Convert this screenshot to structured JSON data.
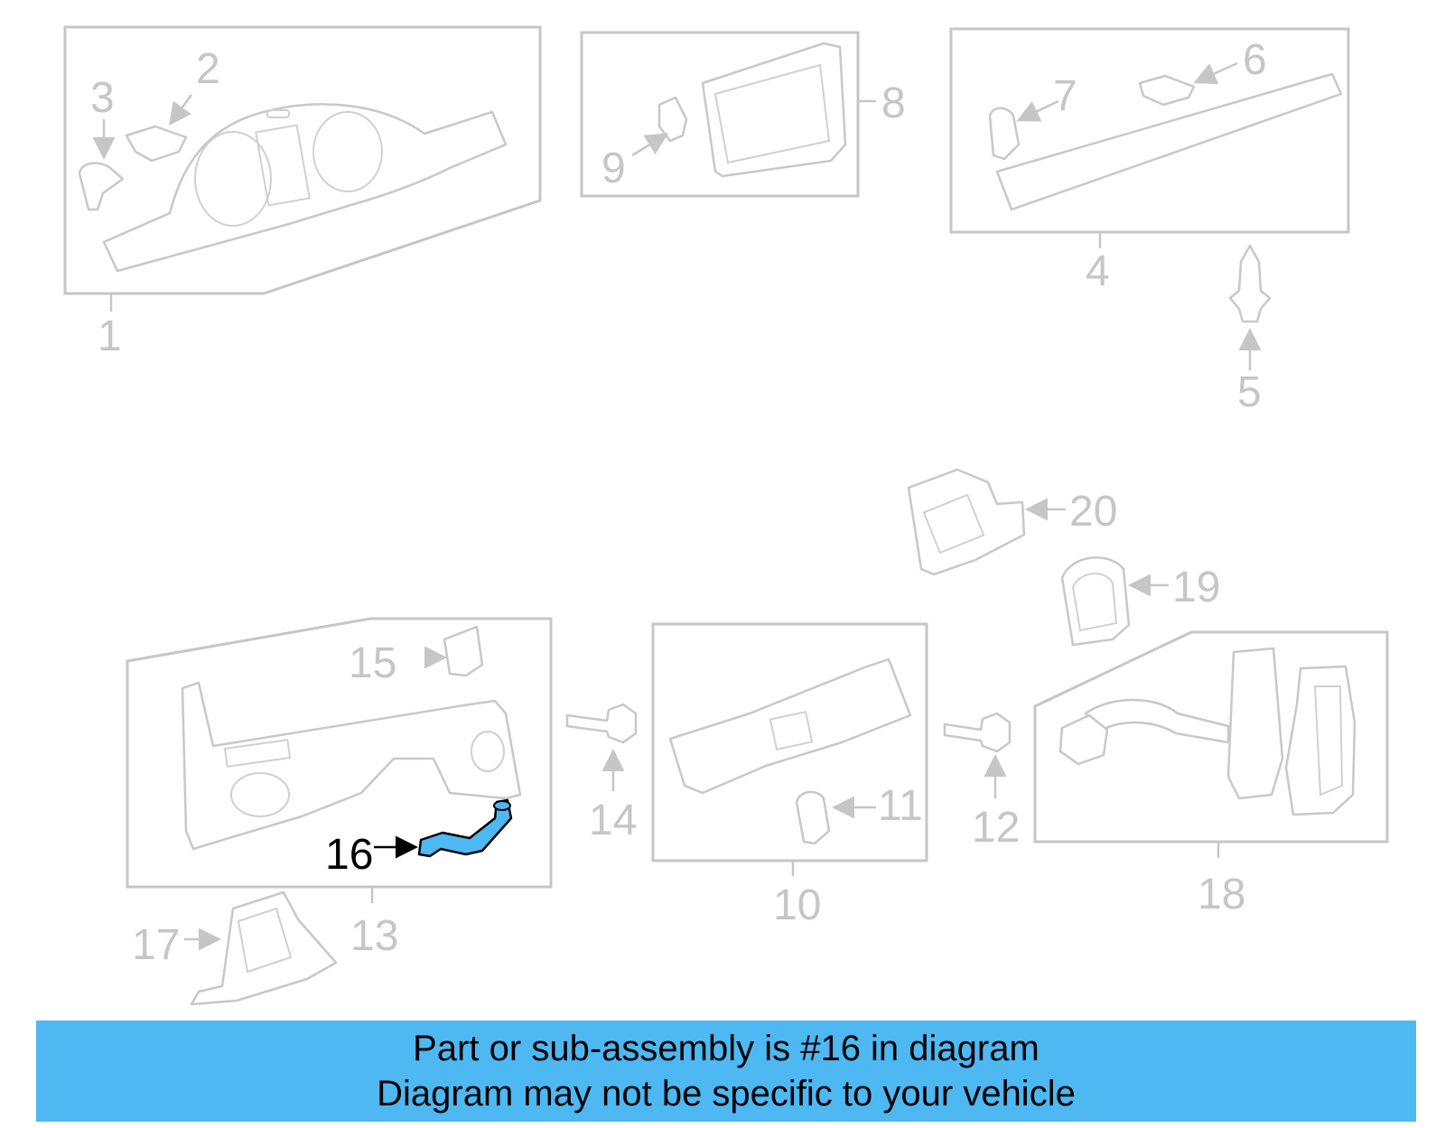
{
  "callouts": [
    "1",
    "2",
    "3",
    "4",
    "5",
    "6",
    "7",
    "8",
    "9",
    "10",
    "11",
    "12",
    "13",
    "14",
    "15",
    "16",
    "17",
    "18",
    "19",
    "20"
  ],
  "highlighted_part": "16",
  "colors": {
    "banner_bg": "#4db8f2",
    "highlight_fill": "#4db8f2",
    "outline_gray": "#c6c6c6",
    "text_black": "#000000"
  },
  "banner": {
    "line1": "Part or sub-assembly is #16 in diagram",
    "line2": "Diagram may not be specific to your vehicle"
  }
}
